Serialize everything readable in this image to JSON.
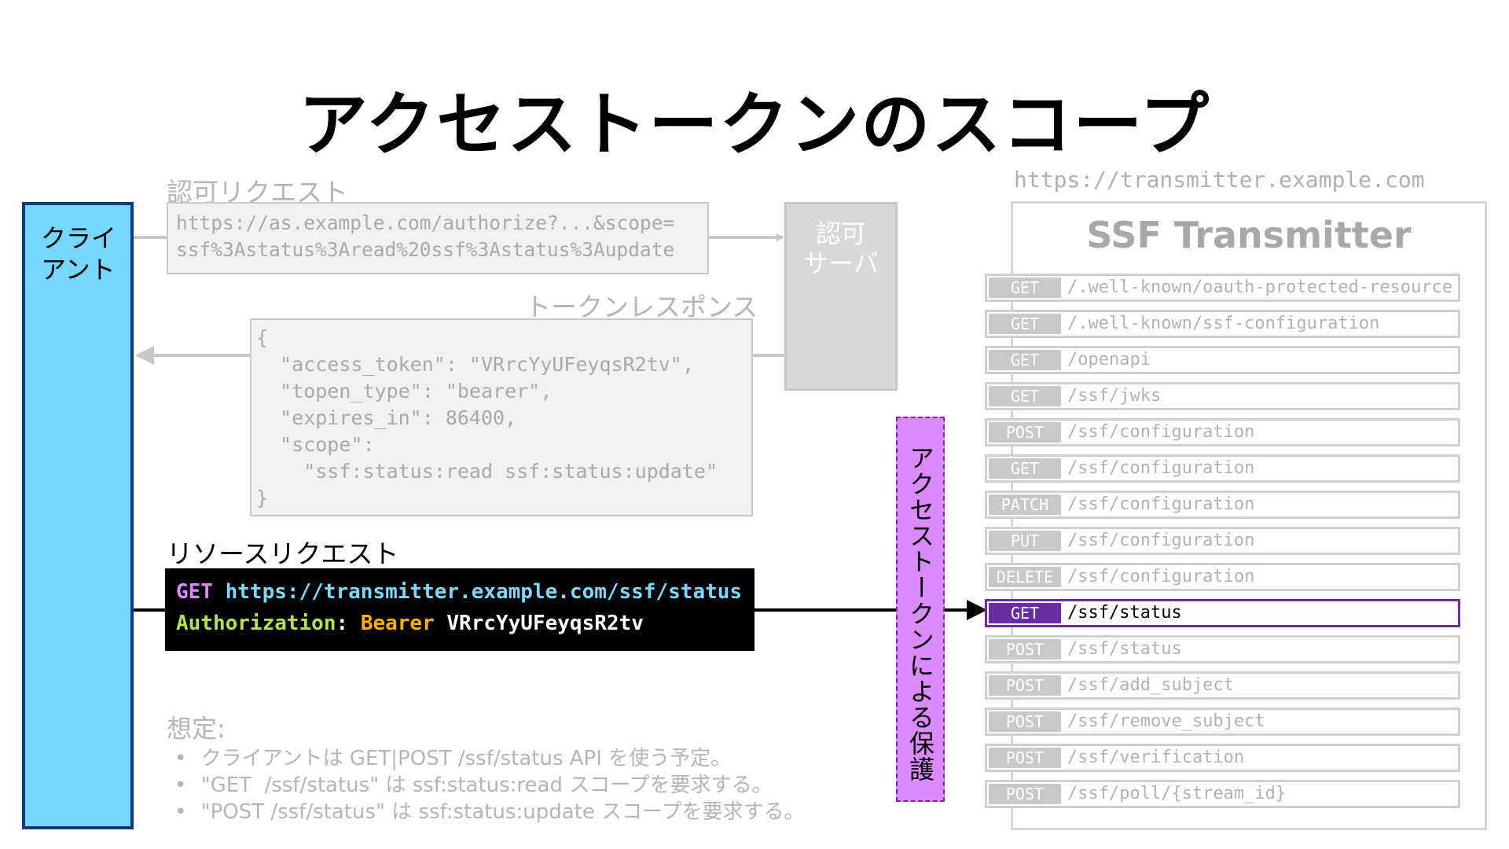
{
  "title": "アクセストークンのスコープ",
  "client": {
    "label": "クライ\nアント"
  },
  "auth_request": {
    "label": "認可リクエスト",
    "body": "https://as.example.com/authorize?...&scope=\nssf%3Astatus%3Aread%20ssf%3Astatus%3Aupdate"
  },
  "auth_server": {
    "label": "認可\nサーバ"
  },
  "token_response": {
    "label": "トークンレスポンス",
    "body": "{\n  \"access_token\": \"VRrcYyUFeyqsR2tv\",\n  \"topen_type\": \"bearer\",\n  \"expires_in\": 86400,\n  \"scope\":\n    \"ssf:status:read ssf:status:update\"\n}"
  },
  "resource_request": {
    "label": "リソースリクエスト",
    "method": "GET",
    "url": "https://transmitter.example.com/ssf/status",
    "header_name": "Authorization",
    "colon": ": ",
    "scheme": "Bearer",
    "token": " VRrcYyUFeyqsR2tv"
  },
  "assumptions": {
    "label": "想定:",
    "items": [
      "クライアントは GET|POST /ssf/status API を使う予定。",
      "\"GET  /ssf/status\" は ssf:status:read スコープを要求する。",
      "\"POST /ssf/status\" は ssf:status:update スコープを要求する。"
    ]
  },
  "protection": {
    "label": "アクセストークンによる保護"
  },
  "transmitter": {
    "url": "https://transmitter.example.com",
    "title": "SSF Transmitter",
    "endpoints": [
      {
        "method": "GET",
        "path": "/.well-known/oauth-protected-resource"
      },
      {
        "method": "GET",
        "path": "/.well-known/ssf-configuration"
      },
      {
        "method": "GET",
        "path": "/openapi"
      },
      {
        "method": "GET",
        "path": "/ssf/jwks"
      },
      {
        "method": "POST",
        "path": "/ssf/configuration"
      },
      {
        "method": "GET",
        "path": "/ssf/configuration"
      },
      {
        "method": "PATCH",
        "path": "/ssf/configuration"
      },
      {
        "method": "PUT",
        "path": "/ssf/configuration"
      },
      {
        "method": "DELETE",
        "path": "/ssf/configuration"
      },
      {
        "method": "GET",
        "path": "/ssf/status",
        "active": true
      },
      {
        "method": "POST",
        "path": "/ssf/status"
      },
      {
        "method": "POST",
        "path": "/ssf/add_subject"
      },
      {
        "method": "POST",
        "path": "/ssf/remove_subject"
      },
      {
        "method": "POST",
        "path": "/ssf/verification"
      },
      {
        "method": "POST",
        "path": "/ssf/poll/{stream_id}"
      }
    ]
  },
  "colors": {
    "client_fill": "#76d6ff",
    "client_border": "#123a78",
    "protection_fill": "#d98bff",
    "active_endpoint": "#6b2da0"
  }
}
